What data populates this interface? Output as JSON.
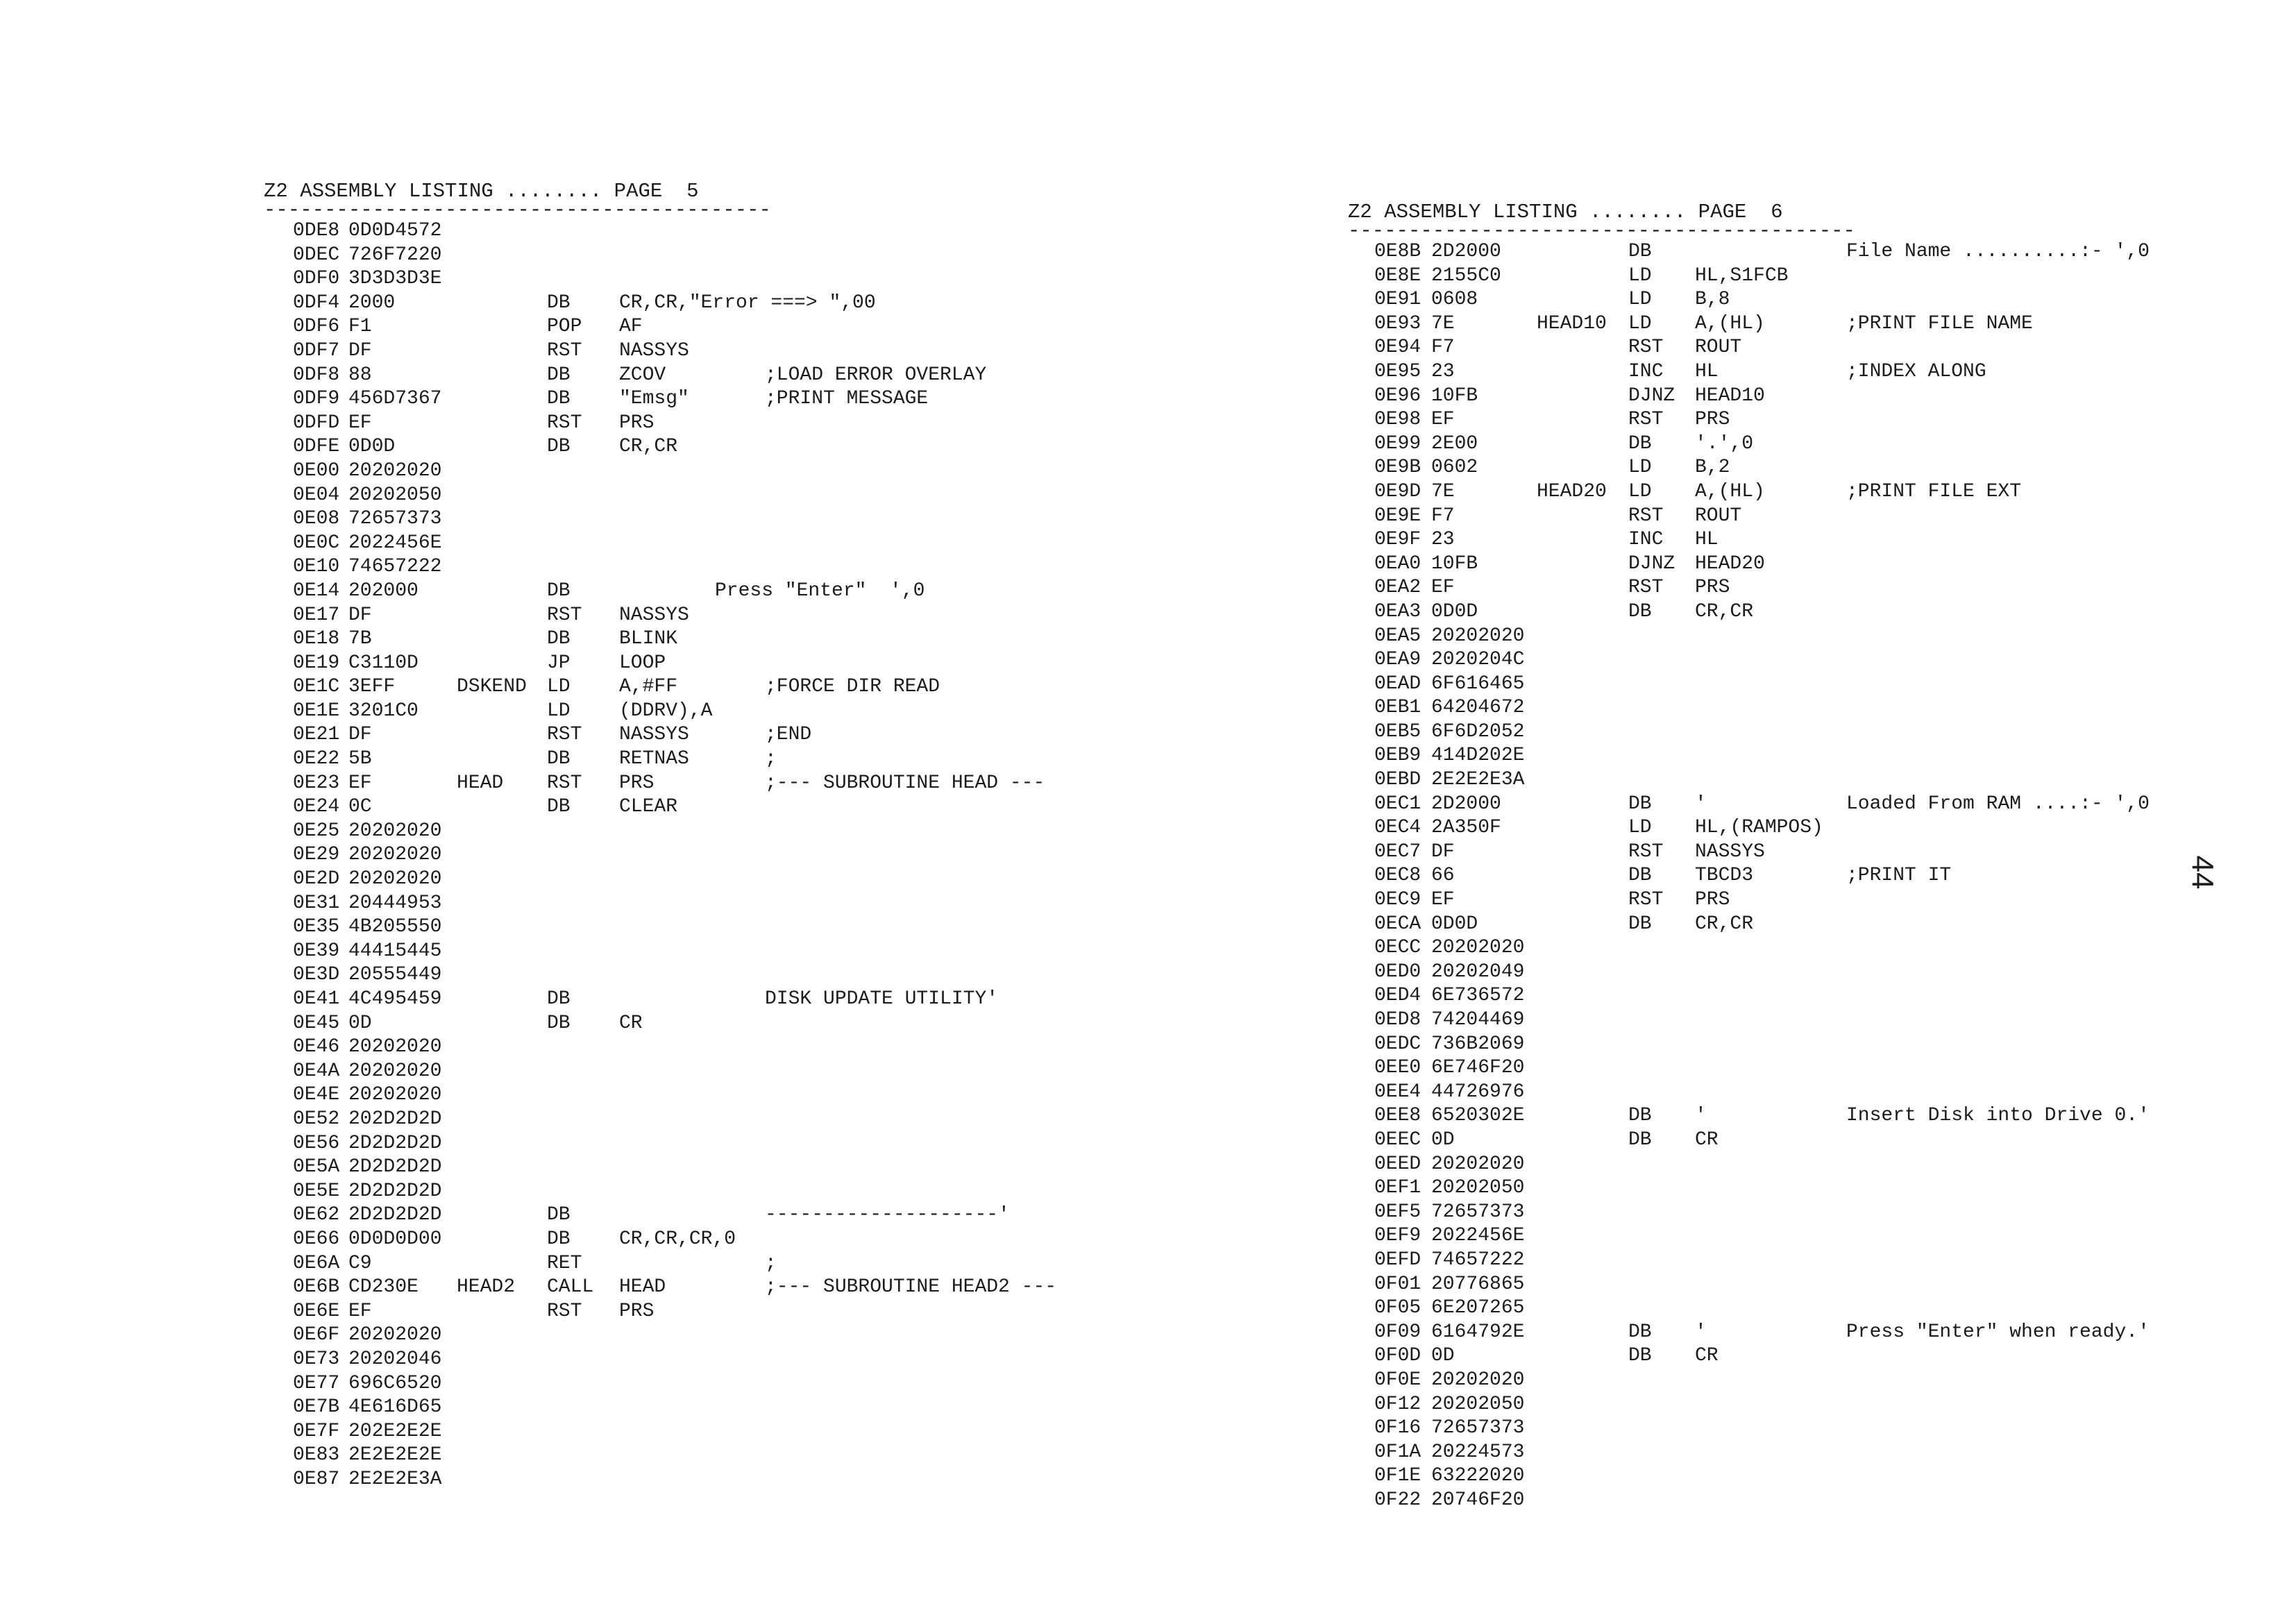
{
  "left_page": {
    "header": "Z2 ASSEMBLY LISTING ........ PAGE  5",
    "rule": "------------------------------------------",
    "rows": [
      {
        "addr": "0DE8",
        "code": "0D0D4572"
      },
      {
        "addr": "0DEC",
        "code": "726F7220"
      },
      {
        "addr": "0DF0",
        "code": "3D3D3D3E"
      },
      {
        "addr": "0DF4",
        "code": "2000",
        "op": "DB",
        "arg": "CR,CR,\"Error ===> \",00"
      },
      {
        "addr": "0DF6",
        "code": "F1",
        "op": "POP",
        "arg": "AF"
      },
      {
        "addr": "0DF7",
        "code": "DF",
        "op": "RST",
        "arg": "NASSYS"
      },
      {
        "addr": "0DF8",
        "code": "88",
        "op": "DB",
        "arg": "ZCOV",
        "comment": ";LOAD ERROR OVERLAY"
      },
      {
        "addr": "0DF9",
        "code": "456D7367",
        "op": "DB",
        "arg": "\"Emsg\"",
        "comment": ";PRINT MESSAGE"
      },
      {
        "addr": "0DFD",
        "code": "EF",
        "op": "RST",
        "arg": "PRS"
      },
      {
        "addr": "0DFE",
        "code": "0D0D",
        "op": "DB",
        "arg": "CR,CR"
      },
      {
        "addr": "0E00",
        "code": "20202020"
      },
      {
        "addr": "0E04",
        "code": "20202050"
      },
      {
        "addr": "0E08",
        "code": "72657373"
      },
      {
        "addr": "0E0C",
        "code": "2022456E"
      },
      {
        "addr": "0E10",
        "code": "74657222"
      },
      {
        "addr": "0E14",
        "code": "202000",
        "op": "DB",
        "text": "Press \"Enter\"  ',0"
      },
      {
        "addr": "0E17",
        "code": "DF",
        "op": "RST",
        "arg": "NASSYS"
      },
      {
        "addr": "0E18",
        "code": "7B",
        "op": "DB",
        "arg": "BLINK"
      },
      {
        "addr": "0E19",
        "code": "C3110D",
        "op": "JP",
        "arg": "LOOP"
      },
      {
        "addr": "0E1C",
        "code": "3EFF",
        "label": "DSKEND",
        "op": "LD",
        "arg": "A,#FF",
        "comment": ";FORCE DIR READ"
      },
      {
        "addr": "0E1E",
        "code": "3201C0",
        "op": "LD",
        "arg": "(DDRV),A"
      },
      {
        "addr": "0E21",
        "code": "DF",
        "op": "RST",
        "arg": "NASSYS",
        "comment": ";END"
      },
      {
        "addr": "0E22",
        "code": "5B",
        "op": "DB",
        "arg": "RETNAS",
        "comment": ";"
      },
      {
        "addr": "0E23",
        "code": "EF",
        "label": "HEAD",
        "op": "RST",
        "arg": "PRS",
        "comment": ";--- SUBROUTINE HEAD ---"
      },
      {
        "addr": "0E24",
        "code": "0C",
        "op": "DB",
        "arg": "CLEAR"
      },
      {
        "addr": "0E25",
        "code": "20202020"
      },
      {
        "addr": "0E29",
        "code": "20202020"
      },
      {
        "addr": "0E2D",
        "code": "20202020"
      },
      {
        "addr": "0E31",
        "code": "20444953"
      },
      {
        "addr": "0E35",
        "code": "4B205550"
      },
      {
        "addr": "0E39",
        "code": "44415445"
      },
      {
        "addr": "0E3D",
        "code": "20555449"
      },
      {
        "addr": "0E41",
        "code": "4C495459",
        "op": "DB",
        "comment": "DISK UPDATE UTILITY'"
      },
      {
        "addr": "0E45",
        "code": "0D",
        "op": "DB",
        "arg": "CR"
      },
      {
        "addr": "0E46",
        "code": "20202020"
      },
      {
        "addr": "0E4A",
        "code": "20202020"
      },
      {
        "addr": "0E4E",
        "code": "20202020"
      },
      {
        "addr": "0E52",
        "code": "202D2D2D"
      },
      {
        "addr": "0E56",
        "code": "2D2D2D2D"
      },
      {
        "addr": "0E5A",
        "code": "2D2D2D2D"
      },
      {
        "addr": "0E5E",
        "code": "2D2D2D2D"
      },
      {
        "addr": "0E62",
        "code": "2D2D2D2D",
        "op": "DB",
        "comment": "--------------------'"
      },
      {
        "addr": "0E66",
        "code": "0D0D0D00",
        "op": "DB",
        "arg": "CR,CR,CR,0"
      },
      {
        "addr": "0E6A",
        "code": "C9",
        "op": "RET",
        "comment": ";"
      },
      {
        "addr": "0E6B",
        "code": "CD230E",
        "label": "HEAD2",
        "op": "CALL",
        "arg": "HEAD",
        "comment": ";--- SUBROUTINE HEAD2 ---"
      },
      {
        "addr": "0E6E",
        "code": "EF",
        "op": "RST",
        "arg": "PRS"
      },
      {
        "addr": "0E6F",
        "code": "20202020"
      },
      {
        "addr": "0E73",
        "code": "20202046"
      },
      {
        "addr": "0E77",
        "code": "696C6520"
      },
      {
        "addr": "0E7B",
        "code": "4E616D65"
      },
      {
        "addr": "0E7F",
        "code": "202E2E2E"
      },
      {
        "addr": "0E83",
        "code": "2E2E2E2E"
      },
      {
        "addr": "0E87",
        "code": "2E2E2E3A"
      }
    ]
  },
  "right_page": {
    "header": "Z2 ASSEMBLY LISTING ........ PAGE  6",
    "rule": "------------------------------------------",
    "rows": [
      {
        "addr": "0E8B",
        "code": "2D2000",
        "op": "DB",
        "comment": "File Name ..........:- ',0"
      },
      {
        "addr": "0E8E",
        "code": "2155C0",
        "op": "LD",
        "arg": "HL,S1FCB"
      },
      {
        "addr": "0E91",
        "code": "0608",
        "op": "LD",
        "arg": "B,8"
      },
      {
        "addr": "0E93",
        "code": "7E",
        "label": "HEAD10",
        "op": "LD",
        "arg": "A,(HL)",
        "comment": ";PRINT FILE NAME"
      },
      {
        "addr": "0E94",
        "code": "F7",
        "op": "RST",
        "arg": "ROUT"
      },
      {
        "addr": "0E95",
        "code": "23",
        "op": "INC",
        "arg": "HL",
        "comment": ";INDEX ALONG"
      },
      {
        "addr": "0E96",
        "code": "10FB",
        "op": "DJNZ",
        "arg": "HEAD10"
      },
      {
        "addr": "0E98",
        "code": "EF",
        "op": "RST",
        "arg": "PRS"
      },
      {
        "addr": "0E99",
        "code": "2E00",
        "op": "DB",
        "arg": "'.',0"
      },
      {
        "addr": "0E9B",
        "code": "0602",
        "op": "LD",
        "arg": "B,2"
      },
      {
        "addr": "0E9D",
        "code": "7E",
        "label": "HEAD20",
        "op": "LD",
        "arg": "A,(HL)",
        "comment": ";PRINT FILE EXT"
      },
      {
        "addr": "0E9E",
        "code": "F7",
        "op": "RST",
        "arg": "ROUT"
      },
      {
        "addr": "0E9F",
        "code": "23",
        "op": "INC",
        "arg": "HL"
      },
      {
        "addr": "0EA0",
        "code": "10FB",
        "op": "DJNZ",
        "arg": "HEAD20"
      },
      {
        "addr": "0EA2",
        "code": "EF",
        "op": "RST",
        "arg": "PRS"
      },
      {
        "addr": "0EA3",
        "code": "0D0D",
        "op": "DB",
        "arg": "CR,CR"
      },
      {
        "addr": "0EA5",
        "code": "20202020"
      },
      {
        "addr": "0EA9",
        "code": "2020204C"
      },
      {
        "addr": "0EAD",
        "code": "6F616465"
      },
      {
        "addr": "0EB1",
        "code": "64204672"
      },
      {
        "addr": "0EB5",
        "code": "6F6D2052"
      },
      {
        "addr": "0EB9",
        "code": "414D202E"
      },
      {
        "addr": "0EBD",
        "code": "2E2E2E3A"
      },
      {
        "addr": "0EC1",
        "code": "2D2000",
        "op": "DB",
        "arg": "'",
        "comment": "Loaded From RAM ....:- ',0"
      },
      {
        "addr": "0EC4",
        "code": "2A350F",
        "op": "LD",
        "arg": "HL,(RAMPOS)"
      },
      {
        "addr": "0EC7",
        "code": "DF",
        "op": "RST",
        "arg": "NASSYS"
      },
      {
        "addr": "0EC8",
        "code": "66",
        "op": "DB",
        "arg": "TBCD3",
        "comment": ";PRINT IT"
      },
      {
        "addr": "0EC9",
        "code": "EF",
        "op": "RST",
        "arg": "PRS"
      },
      {
        "addr": "0ECA",
        "code": "0D0D",
        "op": "DB",
        "arg": "CR,CR"
      },
      {
        "addr": "0ECC",
        "code": "20202020"
      },
      {
        "addr": "0ED0",
        "code": "20202049"
      },
      {
        "addr": "0ED4",
        "code": "6E736572"
      },
      {
        "addr": "0ED8",
        "code": "74204469"
      },
      {
        "addr": "0EDC",
        "code": "736B2069"
      },
      {
        "addr": "0EE0",
        "code": "6E746F20"
      },
      {
        "addr": "0EE4",
        "code": "44726976"
      },
      {
        "addr": "0EE8",
        "code": "6520302E",
        "op": "DB",
        "arg": "'",
        "comment": "Insert Disk into Drive 0.'"
      },
      {
        "addr": "0EEC",
        "code": "0D",
        "op": "DB",
        "arg": "CR"
      },
      {
        "addr": "0EED",
        "code": "20202020"
      },
      {
        "addr": "0EF1",
        "code": "20202050"
      },
      {
        "addr": "0EF5",
        "code": "72657373"
      },
      {
        "addr": "0EF9",
        "code": "2022456E"
      },
      {
        "addr": "0EFD",
        "code": "74657222"
      },
      {
        "addr": "0F01",
        "code": "20776865"
      },
      {
        "addr": "0F05",
        "code": "6E207265"
      },
      {
        "addr": "0F09",
        "code": "6164792E",
        "op": "DB",
        "arg": "'",
        "comment": "Press \"Enter\" when ready.'"
      },
      {
        "addr": "0F0D",
        "code": "0D",
        "op": "DB",
        "arg": "CR"
      },
      {
        "addr": "0F0E",
        "code": "20202020"
      },
      {
        "addr": "0F12",
        "code": "20202050"
      },
      {
        "addr": "0F16",
        "code": "72657373"
      },
      {
        "addr": "0F1A",
        "code": "20224573"
      },
      {
        "addr": "0F1E",
        "code": "63222020"
      },
      {
        "addr": "0F22",
        "code": "20746F20"
      }
    ]
  },
  "side_page_number": "44"
}
